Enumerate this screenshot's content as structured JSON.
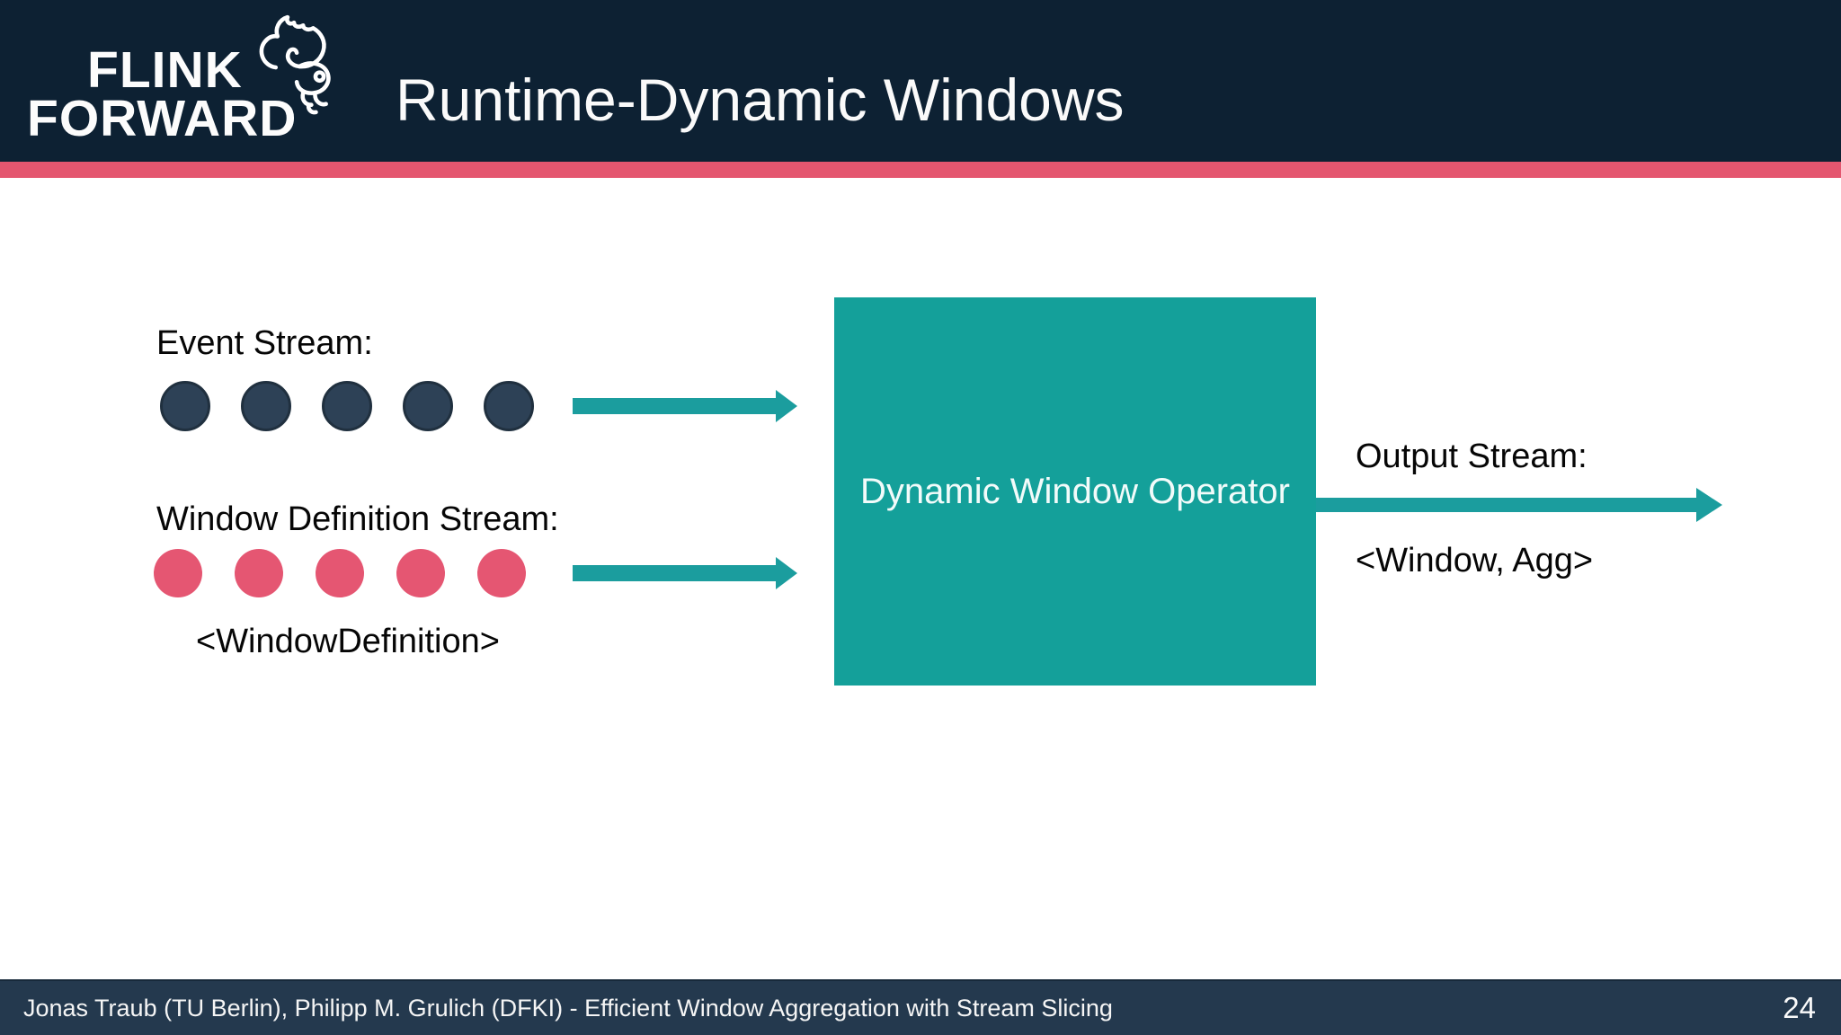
{
  "header": {
    "logo_line1": "FLINK",
    "logo_line2": "FORWARD",
    "title": "Runtime-Dynamic Windows"
  },
  "diagram": {
    "event_stream_label": "Event Stream:",
    "event_dot_count": 5,
    "window_definition_label": "Window Definition Stream:",
    "window_definition_dot_count": 5,
    "window_definition_type": "<WindowDefinition>",
    "operator_label": "Dynamic Window Operator",
    "output_stream_label": "Output Stream:",
    "output_type": "<Window, Agg>"
  },
  "footer": {
    "citation": "Jonas Traub (TU Berlin), Philipp M. Grulich (DFKI) - Efficient Window Aggregation with Stream Slicing",
    "page_number": "24"
  },
  "colors": {
    "background": "#ffffff",
    "header_bg": "#0d2133",
    "accent_stripe": "#e4566f",
    "operator_box": "#14a09a",
    "arrow_teal": "#1b9d9e",
    "event_dot": "#2d4156",
    "event_dot_border": "#20303f",
    "window_dot": "#e55672",
    "footer_bg": "#24394e"
  }
}
